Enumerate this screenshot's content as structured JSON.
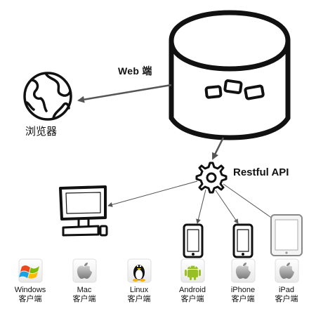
{
  "labels": {
    "web_end": "Web 端",
    "browser": "浏览器",
    "api": "Restful API"
  },
  "clients": [
    {
      "name": "Windows",
      "sub": "客户端",
      "icon": "windows-logo-icon"
    },
    {
      "name": "Mac",
      "sub": "客户端",
      "icon": "apple-logo-icon"
    },
    {
      "name": "Linux",
      "sub": "客户端",
      "icon": "linux-tux-icon"
    },
    {
      "name": "Android",
      "sub": "客户端",
      "icon": "android-logo-icon"
    },
    {
      "name": "iPhone",
      "sub": "客户端",
      "icon": "apple-logo-icon"
    },
    {
      "name": "iPad",
      "sub": "客户端",
      "icon": "apple-logo-icon"
    }
  ],
  "colors": {
    "stroke": "#111111",
    "arrow": "#555555",
    "android_green": "#97c024",
    "windows_red": "#e8491d",
    "windows_green": "#7cbb00",
    "windows_blue": "#1aa1e3",
    "windows_yellow": "#ffbb00"
  }
}
